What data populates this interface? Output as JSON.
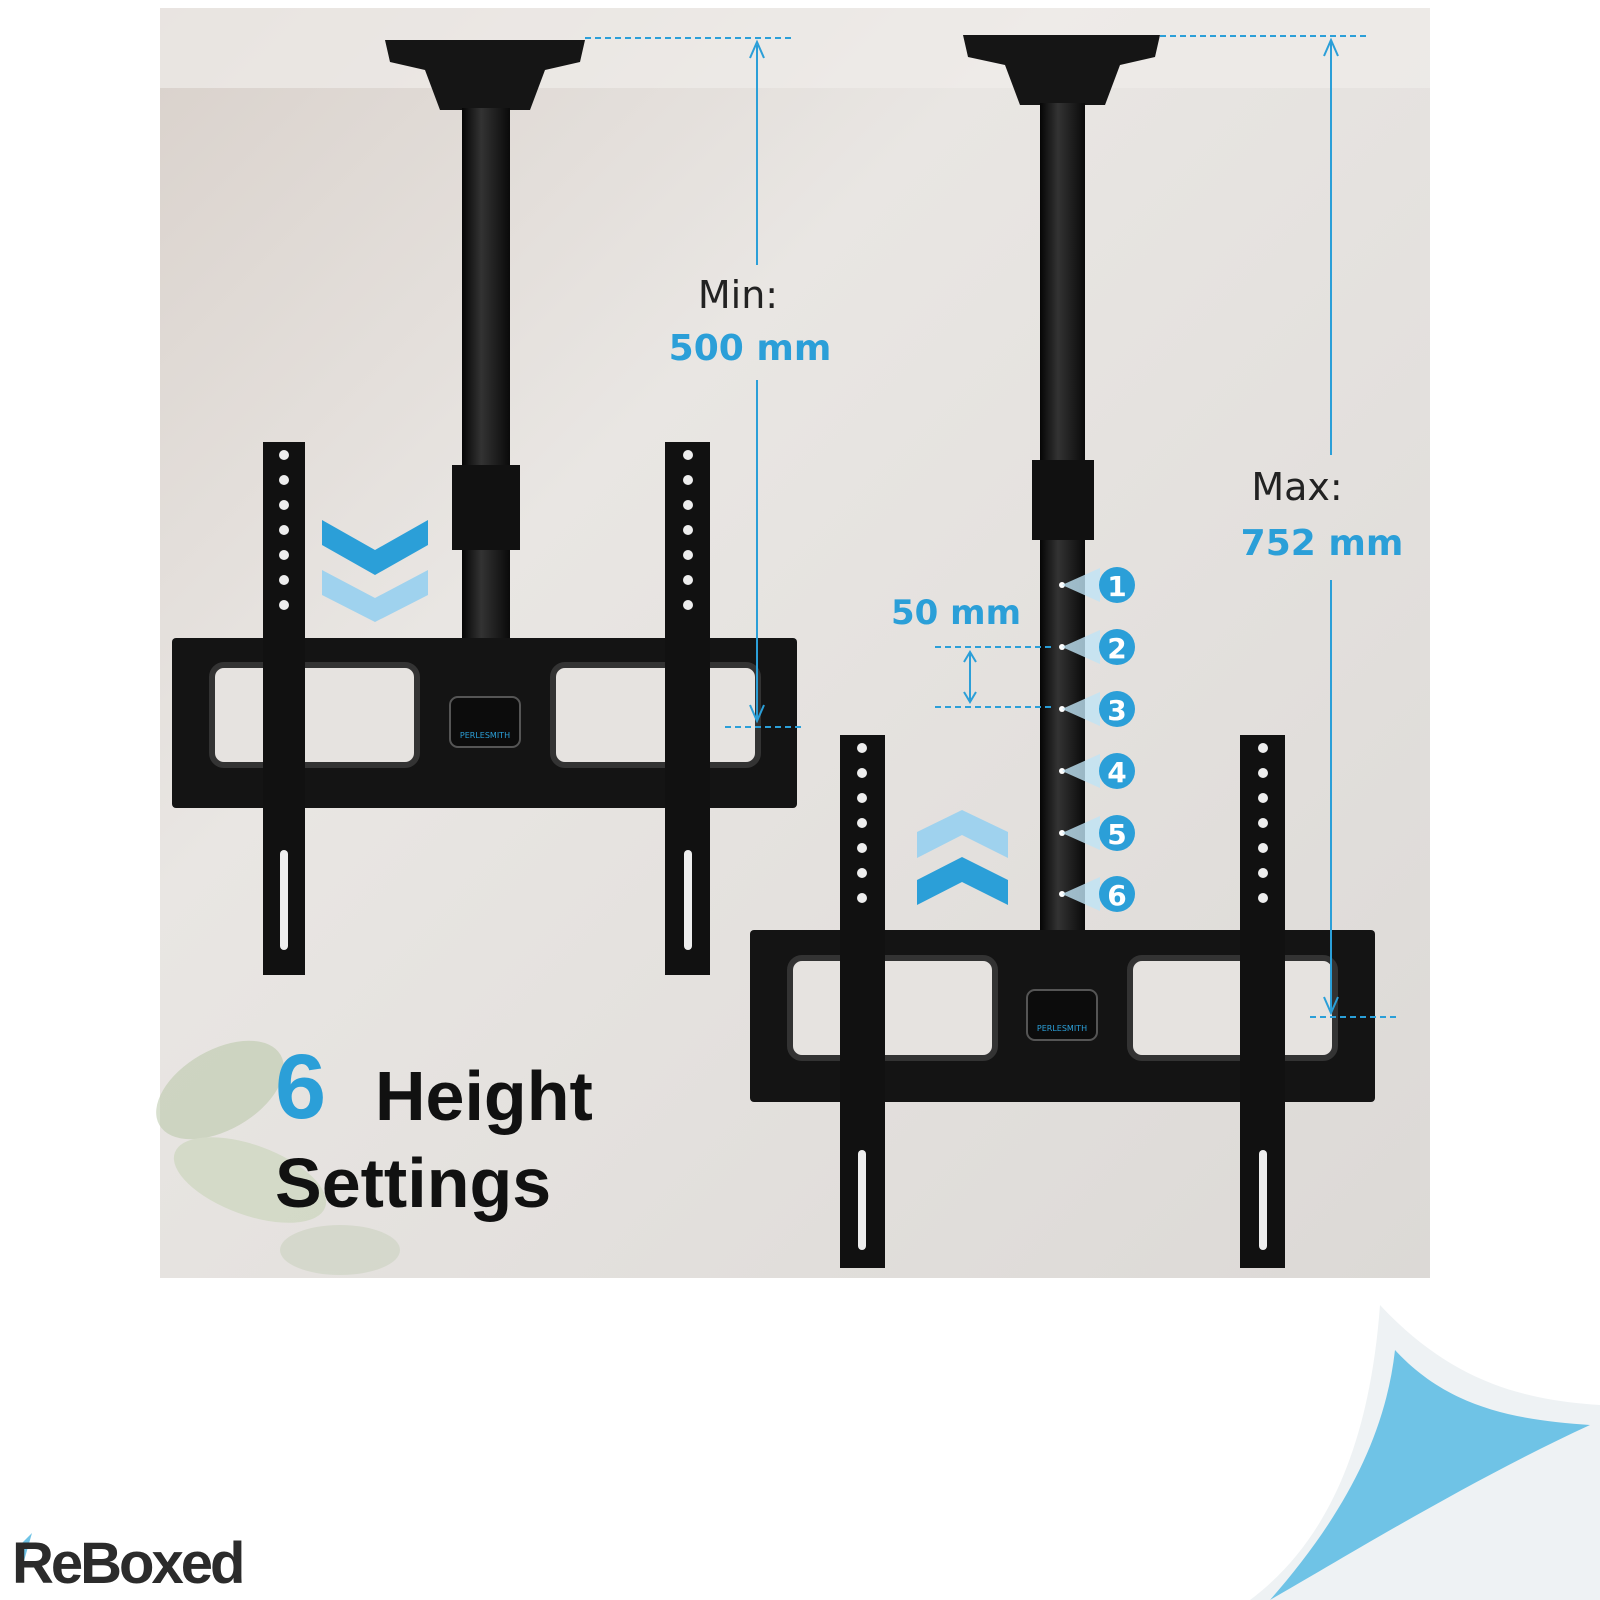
{
  "colors": {
    "accent": "#2b9fd8",
    "mount": "#141414",
    "background": "#e4e0dc"
  },
  "min": {
    "label": "Min:",
    "value": "500 mm"
  },
  "max": {
    "label": "Max:",
    "value": "752 mm"
  },
  "step": {
    "value": "50 mm"
  },
  "positions": [
    "1",
    "2",
    "3",
    "4",
    "5",
    "6"
  ],
  "headline": {
    "number": "6",
    "line1": "Height",
    "line2": "Settings"
  },
  "brand": {
    "mount_logo": "PERLESMITH",
    "watermark": "ReBoxed"
  }
}
